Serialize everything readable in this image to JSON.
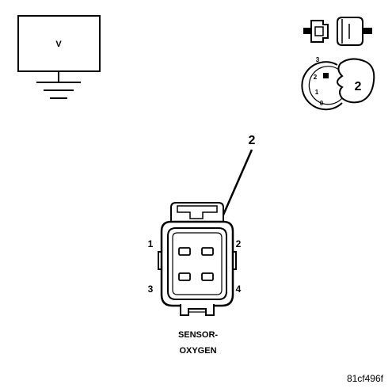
{
  "meter": {
    "label": "V"
  },
  "key_switch": {
    "positions": [
      "3",
      "2",
      "1",
      "0"
    ],
    "selected": "2"
  },
  "callout": {
    "number": "2"
  },
  "connector": {
    "pin_labels": [
      "1",
      "2",
      "3",
      "4"
    ],
    "name_line1": "SENSOR-",
    "name_line2": "OXYGEN"
  },
  "figure_id": "81cf496f",
  "colors": {
    "ink": "#000000",
    "paper": "#ffffff",
    "light_fill": "#f2f2f2"
  }
}
